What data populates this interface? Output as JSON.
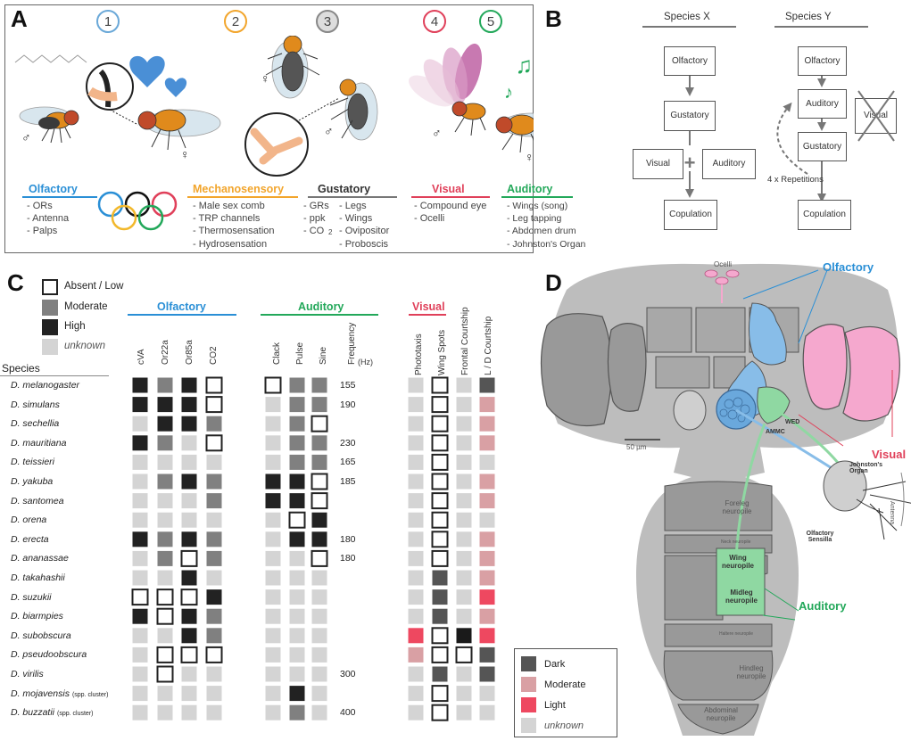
{
  "panels": {
    "a": "A",
    "b": "B",
    "c": "C",
    "d": "D"
  },
  "colors": {
    "olfactory": "#2a8fd6",
    "mechanosensory": "#f2a52c",
    "gustatory": "#333333",
    "visual": "#e0405a",
    "auditory": "#23a85a"
  },
  "panel_a": {
    "numbers": [
      "1",
      "2",
      "3",
      "4",
      "5"
    ],
    "sex_male": "♂",
    "sex_female": "♀",
    "co2_sub": "2",
    "categories": [
      {
        "title": "Olfactory",
        "items": "- ORs\n- Antenna\n- Palps"
      },
      {
        "title": "Mechanosensory",
        "items": "- Male sex comb\n- TRP channels\n- Thermosensation\n- Hydrosensation"
      },
      {
        "title": "Gustatory",
        "items": "- GRs\n- ppk\n- CO",
        "items2": "- Legs\n- Wings\n- Ovipositor\n- Proboscis"
      },
      {
        "title": "Visual",
        "items": "- Compound eye\n- Ocelli"
      },
      {
        "title": "Auditory",
        "items": "- Wings (song)\n- Leg tapping\n- Abdomen drum\n- Johnston's Organ"
      }
    ]
  },
  "panel_b": {
    "species_x": "Species X",
    "species_y": "Species Y",
    "x_boxes": [
      "Olfactory",
      "Gustatory",
      "Visual",
      "Auditory",
      "Copulation"
    ],
    "y_boxes": [
      "Olfactory",
      "Auditory",
      "Gustatory",
      "Copulation",
      "Visual"
    ],
    "plus": "+",
    "repetitions": "4 x Repetitions"
  },
  "panel_c": {
    "legend": [
      "Absent / Low",
      "Moderate",
      "High",
      "unknown"
    ],
    "groups": {
      "olfactory": "Olfactory",
      "auditory": "Auditory",
      "visual": "Visual"
    },
    "species_header": "Species",
    "columns_olf": [
      "cVA",
      "Or22a",
      "Or85a",
      "CO2"
    ],
    "columns_aud": [
      "Clack",
      "Pulse",
      "Sine"
    ],
    "freq_header": "Frequency",
    "freq_unit": "(Hz)",
    "columns_vis": [
      "Phototaxis",
      "Wing Spots",
      "Frontal Courtship",
      "L / D Courtship"
    ],
    "species": [
      "D. melanogaster",
      "D. simulans",
      "D. sechellia",
      "D. mauritiana",
      "D. teissieri",
      "D. yakuba",
      "D. santomea",
      "D. orena",
      "D. erecta",
      "D. ananassae",
      "D. takahashii",
      "D. suzukii",
      "D. biarmpies",
      "D. subobscura",
      "D. pseudoobscura",
      "D. virilis",
      "D. mojavensis",
      "D. buzzatii"
    ],
    "species_notes": [
      "",
      "",
      "",
      "",
      "",
      "",
      "",
      "",
      "",
      "",
      "",
      "",
      "",
      "",
      "",
      "",
      "(spp. cluster)",
      "(spp. cluster)"
    ],
    "frequencies": [
      "155",
      "190",
      "",
      "230",
      "165",
      "185",
      "",
      "",
      "180",
      "180",
      "",
      "",
      "",
      "",
      "",
      "300",
      "",
      "400"
    ],
    "olf": [
      [
        "H",
        "M",
        "H",
        "A"
      ],
      [
        "H",
        "H",
        "H",
        "A"
      ],
      [
        "U",
        "H",
        "H",
        "M"
      ],
      [
        "H",
        "M",
        "U",
        "A"
      ],
      [
        "U",
        "U",
        "U",
        "U"
      ],
      [
        "U",
        "M",
        "H",
        "M"
      ],
      [
        "U",
        "U",
        "U",
        "M"
      ],
      [
        "U",
        "U",
        "U",
        "U"
      ],
      [
        "H",
        "M",
        "H",
        "M"
      ],
      [
        "U",
        "M",
        "A",
        "M"
      ],
      [
        "U",
        "U",
        "H",
        "U"
      ],
      [
        "A",
        "A",
        "A",
        "H"
      ],
      [
        "H",
        "A",
        "H",
        "M"
      ],
      [
        "U",
        "U",
        "H",
        "M"
      ],
      [
        "U",
        "A",
        "A",
        "A"
      ],
      [
        "U",
        "A",
        "U",
        "U"
      ],
      [
        "U",
        "U",
        "U",
        "U"
      ],
      [
        "U",
        "U",
        "U",
        "U"
      ]
    ],
    "aud": [
      [
        "A",
        "M",
        "M"
      ],
      [
        "U",
        "M",
        "M"
      ],
      [
        "U",
        "M",
        "A"
      ],
      [
        "U",
        "M",
        "M"
      ],
      [
        "U",
        "M",
        "M"
      ],
      [
        "H",
        "H",
        "A"
      ],
      [
        "H",
        "H",
        "A"
      ],
      [
        "U",
        "A",
        "H"
      ],
      [
        "U",
        "H",
        "H"
      ],
      [
        "U",
        "U",
        "A"
      ],
      [
        "U",
        "U",
        "U"
      ],
      [
        "U",
        "U",
        "U"
      ],
      [
        "U",
        "U",
        "U"
      ],
      [
        "U",
        "U",
        "U"
      ],
      [
        "U",
        "U",
        "U"
      ],
      [
        "U",
        "U",
        "U"
      ],
      [
        "U",
        "H",
        "U"
      ],
      [
        "U",
        "M",
        "U"
      ]
    ],
    "vis": [
      [
        "U",
        "A",
        "U",
        "D"
      ],
      [
        "U",
        "A",
        "U",
        "M"
      ],
      [
        "U",
        "A",
        "U",
        "M"
      ],
      [
        "U",
        "A",
        "U",
        "M"
      ],
      [
        "U",
        "A",
        "U",
        "U"
      ],
      [
        "U",
        "A",
        "U",
        "M"
      ],
      [
        "U",
        "A",
        "U",
        "M"
      ],
      [
        "U",
        "A",
        "U",
        "U"
      ],
      [
        "U",
        "A",
        "U",
        "M"
      ],
      [
        "U",
        "A",
        "U",
        "M"
      ],
      [
        "U",
        "D",
        "U",
        "M"
      ],
      [
        "U",
        "D",
        "U",
        "L"
      ],
      [
        "U",
        "D",
        "U",
        "M"
      ],
      [
        "L",
        "A",
        "K",
        "L"
      ],
      [
        "M",
        "A",
        "A",
        "D"
      ],
      [
        "U",
        "D",
        "U",
        "D"
      ],
      [
        "U",
        "A",
        "U",
        "U"
      ],
      [
        "U",
        "A",
        "U",
        "U"
      ]
    ],
    "vis_legend": [
      "Dark",
      "Moderate",
      "Light",
      "unknown"
    ],
    "fill": {
      "A": "#ffffff",
      "M": "#808080",
      "H": "#222222",
      "U": "#d4d4d4",
      "D": "#555555",
      "V": "#d9a0a4",
      "L": "#ee4860",
      "K": "#1a1a1a"
    }
  },
  "panel_d": {
    "ocelli": "Ocelli",
    "olfactory": "Olfactory",
    "visual": "Visual",
    "auditory": "Auditory",
    "wed": "WED",
    "ammc": "AMMC",
    "scale": "50 µm",
    "johnstons": "Johnston's Organ",
    "antenna": "Antenna",
    "olf_sensilla": "Olfactory Sensilla",
    "foreleg": "Foreleg neuropile",
    "neck": "Neck neuropile",
    "wing": "Wing neuropile",
    "midleg": "Midleg neuropile",
    "haltere": "Haltere neuropile",
    "hindleg": "Hindleg neuropile",
    "abdominal": "Abdominal neuropile"
  }
}
